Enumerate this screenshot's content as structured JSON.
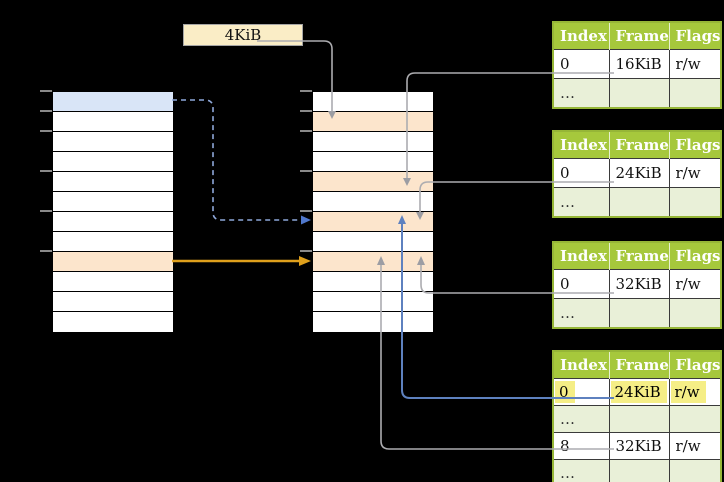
{
  "page_size_label": {
    "text": "4KiB"
  },
  "colors": {
    "background": "#000000",
    "row_white": "#FFFFFF",
    "row_blue": "#D9E5F7",
    "row_orange": "#FCE5CC",
    "box_cream": "#FAEDC6",
    "box_border": "#A5A5A5",
    "table_header_green": "#A6C83C",
    "table_border_green": "#96B637",
    "table_row_light_green": "#E9F0D8",
    "highlight_yellow": "#F5EE86",
    "line_gray": "#ACACB0",
    "arrow_gray": "#9C9DA3",
    "line_blue_dashed": "#8EA8DA",
    "arrow_blue": "#5078CC",
    "line_blue_solid": "#5E81BF",
    "arrow_orange": "#DFA01C",
    "tick_gray": "#8A8A8A"
  },
  "memory_columns": [
    {
      "name": "left-memory-column",
      "rows": [
        {
          "fill": "row_blue"
        },
        {
          "fill": "row_white"
        },
        {
          "fill": "row_white"
        },
        {
          "fill": "row_white"
        },
        {
          "fill": "row_white"
        },
        {
          "fill": "row_white"
        },
        {
          "fill": "row_white"
        },
        {
          "fill": "row_white"
        },
        {
          "fill": "row_orange"
        },
        {
          "fill": "row_white"
        },
        {
          "fill": "row_white"
        },
        {
          "fill": "row_white"
        }
      ]
    },
    {
      "name": "middle-memory-column",
      "rows": [
        {
          "fill": "row_white"
        },
        {
          "fill": "row_orange"
        },
        {
          "fill": "row_white"
        },
        {
          "fill": "row_white"
        },
        {
          "fill": "row_orange"
        },
        {
          "fill": "row_white"
        },
        {
          "fill": "row_orange"
        },
        {
          "fill": "row_white"
        },
        {
          "fill": "row_orange"
        },
        {
          "fill": "row_white"
        },
        {
          "fill": "row_white"
        },
        {
          "fill": "row_white"
        }
      ]
    }
  ],
  "tables": [
    {
      "name": "page-table-16kib",
      "header": [
        "Index",
        "Frame",
        "Flags"
      ],
      "rows": [
        {
          "cells": [
            "0",
            "16KiB",
            "r/w"
          ],
          "dots": false,
          "highlight": false
        },
        {
          "cells": [
            "…",
            "",
            ""
          ],
          "dots": true,
          "highlight": false
        }
      ]
    },
    {
      "name": "page-table-24kib",
      "header": [
        "Index",
        "Frame",
        "Flags"
      ],
      "rows": [
        {
          "cells": [
            "0",
            "24KiB",
            "r/w"
          ],
          "dots": false,
          "highlight": false
        },
        {
          "cells": [
            "…",
            "",
            ""
          ],
          "dots": true,
          "highlight": false
        }
      ]
    },
    {
      "name": "page-table-32kib",
      "header": [
        "Index",
        "Frame",
        "Flags"
      ],
      "rows": [
        {
          "cells": [
            "0",
            "32KiB",
            "r/w"
          ],
          "dots": false,
          "highlight": false
        },
        {
          "cells": [
            "…",
            "",
            ""
          ],
          "dots": true,
          "highlight": false
        }
      ]
    },
    {
      "name": "page-table-level2",
      "header": [
        "Index",
        "Frame",
        "Flags"
      ],
      "rows": [
        {
          "cells": [
            "0",
            "24KiB",
            "r/w"
          ],
          "dots": false,
          "highlight": true
        },
        {
          "cells": [
            "…",
            "",
            ""
          ],
          "dots": true,
          "highlight": false
        },
        {
          "cells": [
            "8",
            "32KiB",
            "r/w"
          ],
          "dots": false,
          "highlight": false
        },
        {
          "cells": [
            "…",
            "",
            ""
          ],
          "dots": true,
          "highlight": false
        }
      ]
    }
  ],
  "connectors": [
    {
      "id": "page-size-to-frame",
      "name": "page-size-arrow",
      "line": "line_gray",
      "head": "arrow_gray",
      "width": 1.6,
      "dashed": false
    },
    {
      "id": "left-entry0-to-mid",
      "name": "entry0-dashed-arrow",
      "line": "line_blue_dashed",
      "head": "arrow_blue",
      "width": 1.6,
      "dashed": true
    },
    {
      "id": "left-entry8-to-mid",
      "name": "entry8-orange-arrow",
      "line": "arrow_orange",
      "head": "arrow_orange",
      "width": 2.6,
      "dashed": false
    },
    {
      "id": "table16-to-mid",
      "name": "table16-frame-arrow",
      "line": "line_gray",
      "head": "arrow_gray",
      "width": 1.6,
      "dashed": false
    },
    {
      "id": "table24-to-mid",
      "name": "table24-frame-arrow",
      "line": "line_gray",
      "head": "arrow_gray",
      "width": 1.6,
      "dashed": false
    },
    {
      "id": "table32-to-mid",
      "name": "table32-frame-arrow",
      "line": "line_gray",
      "head": "arrow_gray",
      "width": 1.6,
      "dashed": false
    },
    {
      "id": "level2row0-to-mid",
      "name": "level2-row0-blue-arrow",
      "line": "line_blue_solid",
      "head": "line_blue_solid",
      "width": 2,
      "dashed": false
    },
    {
      "id": "level2row8-to-mid",
      "name": "level2-row8-gray-arrow",
      "line": "line_gray",
      "head": "arrow_gray",
      "width": 1.6,
      "dashed": false
    }
  ]
}
